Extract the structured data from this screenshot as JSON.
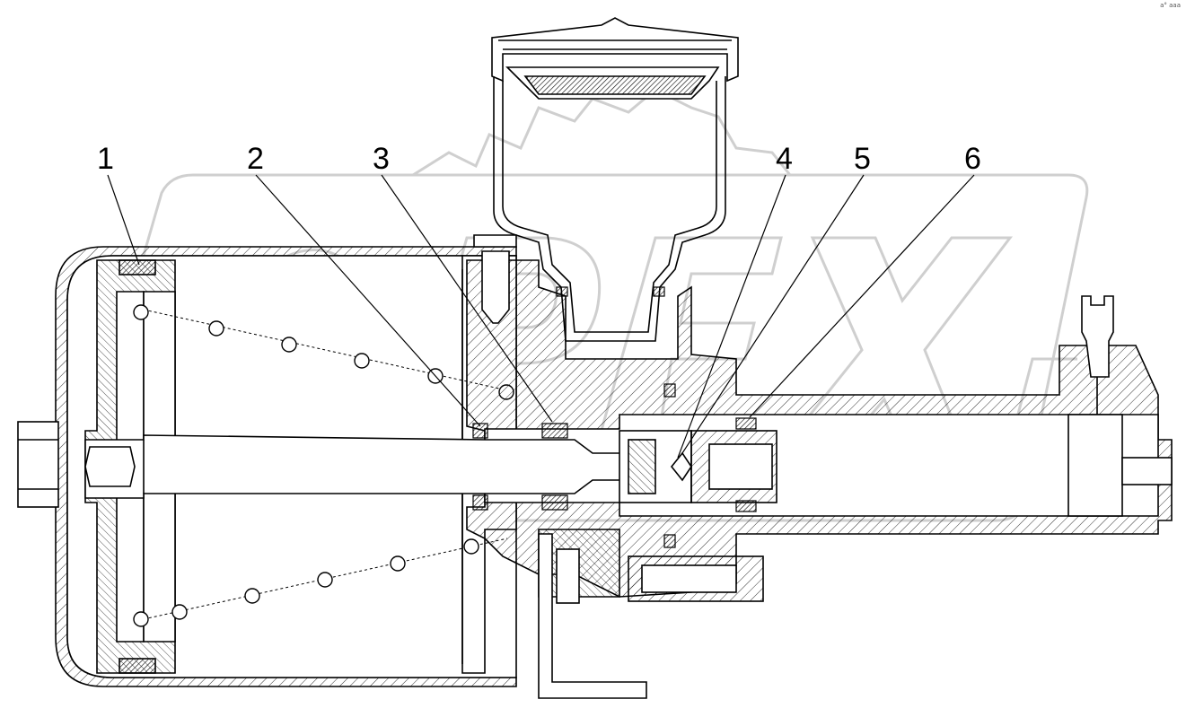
{
  "corner_mark": "a° aaa",
  "callouts": [
    {
      "number": "1"
    },
    {
      "number": "2"
    },
    {
      "number": "3"
    },
    {
      "number": "4"
    },
    {
      "number": "5"
    },
    {
      "number": "6"
    }
  ],
  "watermark_text": "OPEX",
  "colors": {
    "line": "#000000",
    "watermark": "#d9d9d9",
    "background": "#ffffff"
  }
}
